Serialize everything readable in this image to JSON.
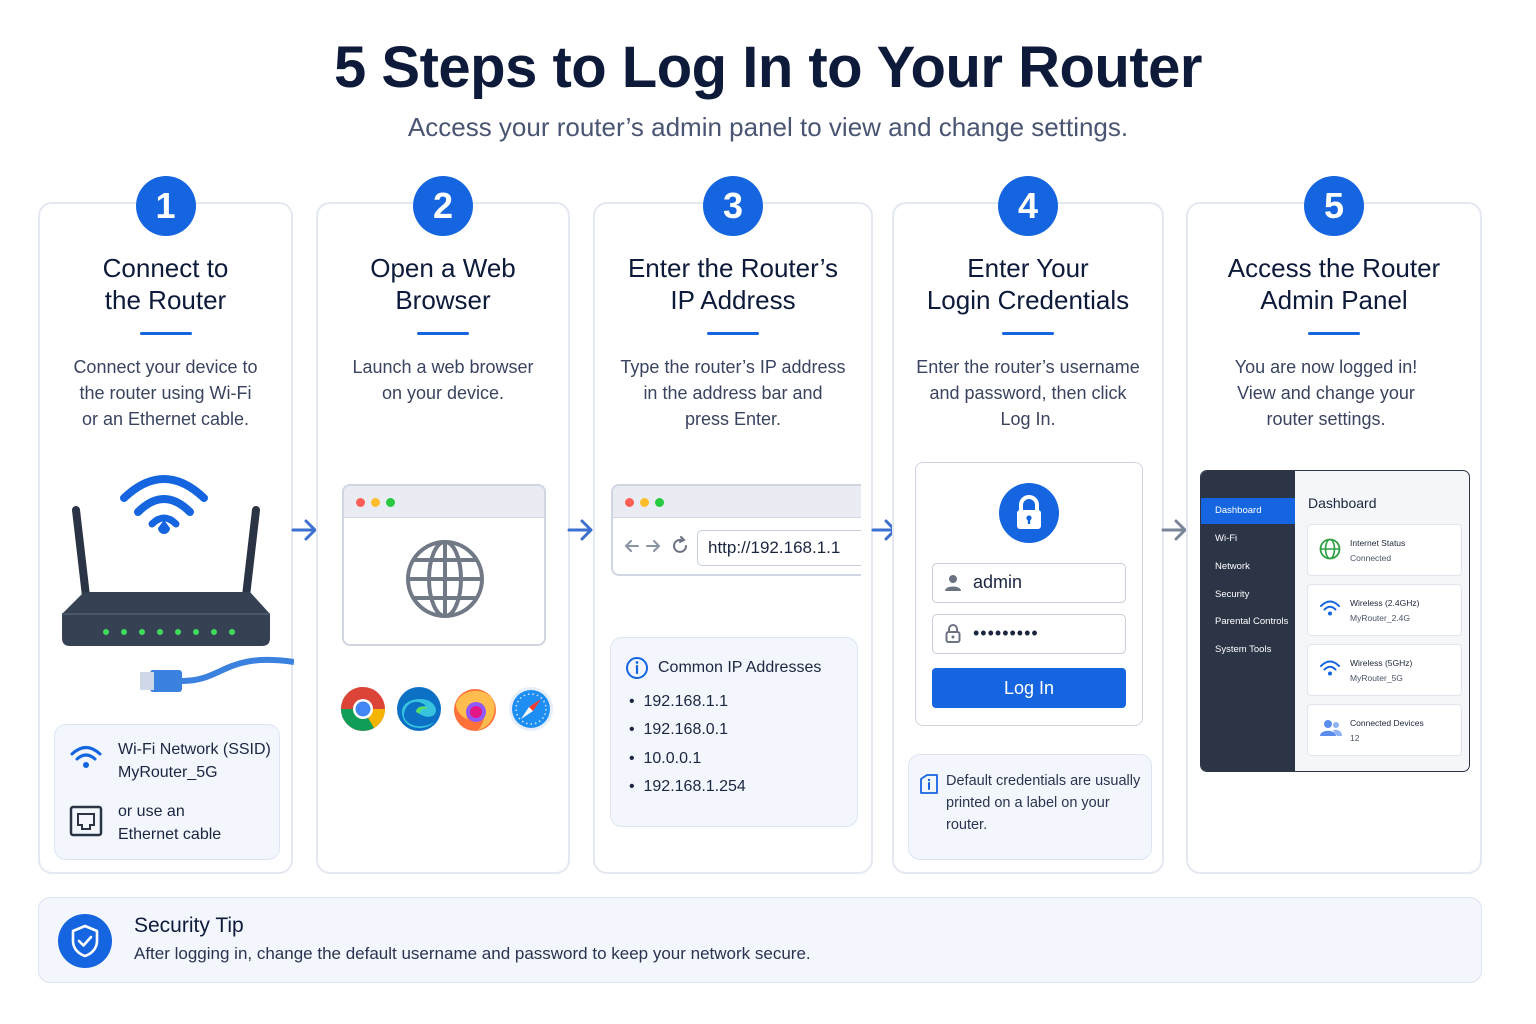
{
  "header": {
    "title": "5 Steps to Log In to Your Router",
    "subtitle": "Access your router’s admin panel to view and change settings."
  },
  "steps": [
    {
      "number": "1",
      "title_l1": "Connect to",
      "title_l2": "the Router",
      "desc_l1": "Connect your device to",
      "desc_l2": "the router using Wi-Fi",
      "desc_l3": "or an Ethernet cable.",
      "wifi_label": "Wi-Fi Network (SSID)",
      "wifi_name": "MyRouter_5G",
      "eth_l1": "or use an",
      "eth_l2": "Ethernet cable"
    },
    {
      "number": "2",
      "title_l1": "Open a Web",
      "title_l2": "Browser",
      "desc_l1": "Launch a web browser",
      "desc_l2": "on your device."
    },
    {
      "number": "3",
      "title_l1": "Enter the Router’s",
      "title_l2": "IP Address",
      "desc_l1": "Type the router’s IP address",
      "desc_l2": "in the address bar and",
      "desc_l3": "press Enter.",
      "url": "http://192.168.1.1",
      "common_title": "Common IP Addresses",
      "ips": [
        "192.168.1.1",
        "192.168.0.1",
        "10.0.0.1",
        "192.168.1.254"
      ]
    },
    {
      "number": "4",
      "title_l1": "Enter Your",
      "title_l2": "Login Credentials",
      "desc_l1": "Enter the router’s username",
      "desc_l2": "and password, then click",
      "desc_l3": "Log In.",
      "username": "admin",
      "password": "•••••••••",
      "login_button": "Log In",
      "note_l1": "Default credentials are usually",
      "note_l2": "printed on a label on your",
      "note_l3": "router."
    },
    {
      "number": "5",
      "title_l1": "Access the Router",
      "title_l2": "Admin Panel",
      "desc_l1": "You are now logged in!",
      "desc_l2": "View and change your",
      "desc_l3": "router settings.",
      "dashboard_title": "Dashboard",
      "nav": [
        "Dashboard",
        "Wi-Fi",
        "Network",
        "Security",
        "Parental Controls",
        "System Tools"
      ],
      "cards": [
        {
          "title": "Internet Status",
          "value": "Connected"
        },
        {
          "title": "Wireless (2.4GHz)",
          "value": "MyRouter_2.4G"
        },
        {
          "title": "Wireless (5GHz)",
          "value": "MyRouter_5G"
        },
        {
          "title": "Connected Devices",
          "value": "12"
        }
      ]
    }
  ],
  "tip": {
    "title": "Security Tip",
    "text": "After logging in, change the default username and password to keep your network secure."
  },
  "colors": {
    "accent": "#1565e0",
    "dark": "#0d1a3a",
    "panel": "#2b3546"
  }
}
